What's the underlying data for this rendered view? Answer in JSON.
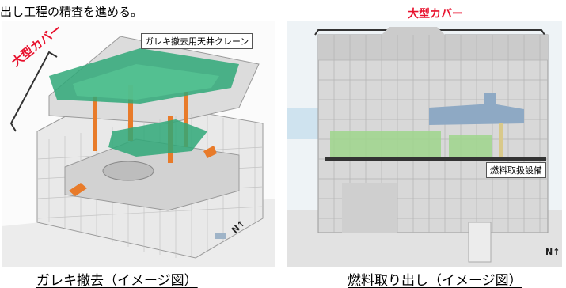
{
  "intro_text": "出し工程の精査を進める。",
  "left_panel": {
    "cover_label": "大型カバー",
    "crane_label": "ガレキ撤去用天井クレーン",
    "caption": "ガレキ撤去（イメージ図）",
    "north_mark": "N"
  },
  "right_panel": {
    "cover_label": "大型カバー",
    "fuel_label": "燃料取扱設備",
    "caption": "燃料取り出し（イメージ図）",
    "north_mark": "N"
  },
  "colors": {
    "accent_red": "#e8112d",
    "crane_green": "#2fa878",
    "scaffold_gray": "#b8b8b8",
    "equipment_orange": "#e87b2a",
    "fuel_blue": "#8ea9c4"
  }
}
